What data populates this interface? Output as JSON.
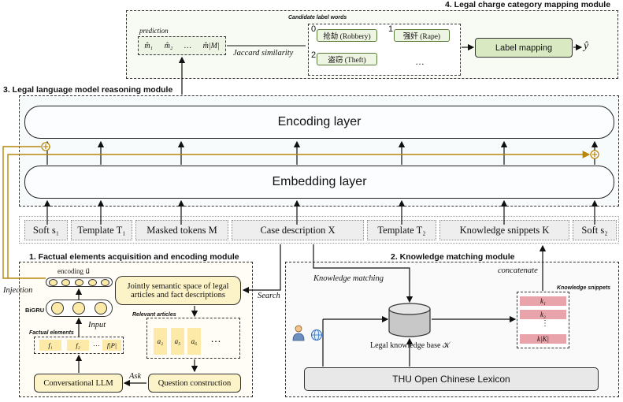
{
  "module4": {
    "title": "4. Legal charge category mapping module",
    "prediction_label": "prediction",
    "prediction_tokens": [
      "m̂₁",
      "m̂₂",
      "…",
      "m̂|M|"
    ],
    "jaccard": "Jaccard similarity",
    "candidate_title": "Candidate label words",
    "candidates": [
      {
        "index": "0",
        "text": "抢劫 (Robbery)"
      },
      {
        "index": "1",
        "text": "强奸 (Rape)"
      },
      {
        "index": "2",
        "text": "盗窃 (Theft)"
      },
      {
        "index": "",
        "text": "…"
      }
    ],
    "label_mapping": "Label mapping",
    "output": "ŷ"
  },
  "module3": {
    "title": "3. Legal language model reasoning module",
    "encoding_layer": "Encoding layer",
    "embedding_layer": "Embedding layer"
  },
  "tokens": [
    "Soft s₁",
    "Template T₁",
    "Masked tokens M",
    "Case description X",
    "Template T₂",
    "Knowledge snippets K",
    "Soft s₂"
  ],
  "module1": {
    "title": "1. Factual elements acquisition and encoding module",
    "encoding_label": "encoding u⃗",
    "bigru": "BiGRU",
    "input": "Input",
    "factual_elements": "Factual elements",
    "facts": [
      "f₁",
      "f₂",
      "…",
      "f|P|"
    ],
    "llm": "Conversational LLM",
    "ask": "Ask",
    "semantic_space": "Jointly semantic space of legal articles and fact descriptions",
    "relevant_articles": "Relevant articles",
    "articles": [
      "a₂",
      "a₅",
      "a₆"
    ],
    "articles_more": "…",
    "question": "Question construction",
    "injection": "Injection",
    "search": "Search"
  },
  "module2": {
    "title": "2. Knowledge matching module",
    "knowledge_matching": "Knowledge matching",
    "concatenate": "concatenate",
    "snippets_title": "Knowledge snippets",
    "snippets": [
      "k₁",
      "k₂",
      "⋮",
      "k|K|"
    ],
    "kb": "Legal knowledge base 𝒦",
    "lexicon": "THU Open Chinese Lexicon"
  },
  "colors": {
    "injection_line": "#b8860b",
    "yellow": "#fdf3c8",
    "pink": "#e9a3ab",
    "green": "#eef5e2"
  }
}
